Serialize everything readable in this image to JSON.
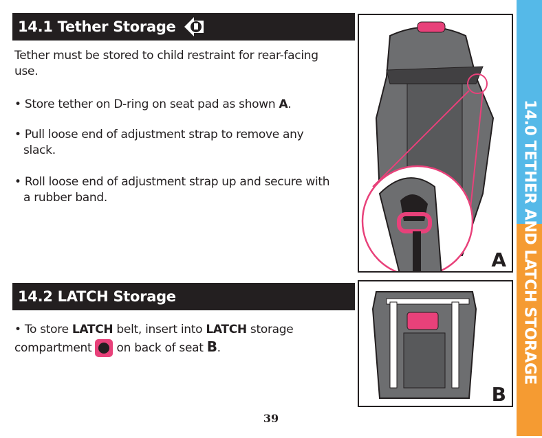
{
  "section1": {
    "title": "14.1 Tether Storage",
    "intro": "Tether must be stored to child restraint for rear-facing use.",
    "bullets": [
      {
        "pre": "• Store tether on D-ring on seat pad as shown ",
        "bold": "A",
        "post": "."
      },
      {
        "text": "• Pull loose end of adjustment strap to remove any",
        "cont": "slack."
      },
      {
        "text": "• Roll loose end of adjustment strap up and secure with",
        "cont": "a rubber band."
      }
    ]
  },
  "section2": {
    "title": "14.2 LATCH Storage",
    "p1": "• To store ",
    "b1": "LATCH",
    "p2": " belt, insert into ",
    "b2": "LATCH",
    "p3": " storage",
    "p4": "compartment ",
    "p5": " on back of seat ",
    "b3": "B",
    "p6": "."
  },
  "figures": {
    "a": "A",
    "b": "B"
  },
  "side_tab": {
    "text": "14.0 TETHER AND LATCH STORAGE",
    "color_top": "#55b9e8",
    "color_bottom": "#f59b32"
  },
  "page_number": "39",
  "icons": {
    "rear_facing": "rear-facing-seat-arrow-icon",
    "latch": "latch-storage-icon"
  }
}
